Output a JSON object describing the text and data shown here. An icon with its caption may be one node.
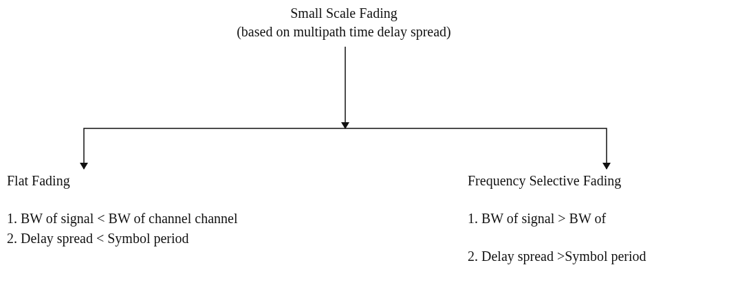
{
  "diagram": {
    "nodes": [
      {
        "text": [
          "Small Scale Fading",
          "(based on multipath time delay spread)"
        ]
      },
      {
        "text": [
          "Flat Fading",
          "1. BW of signal < BW of channel channel",
          "2. Delay spread < Symbol period"
        ]
      },
      {
        "text": [
          "Frequency Selective Fading",
          "1. BW of signal > BW of",
          "2. Delay spread >Symbol period"
        ]
      }
    ],
    "edges": [
      {
        "from": 0,
        "to": 1,
        "arrow": "to"
      },
      {
        "from": 0,
        "to": 2,
        "arrow": "to"
      }
    ]
  }
}
